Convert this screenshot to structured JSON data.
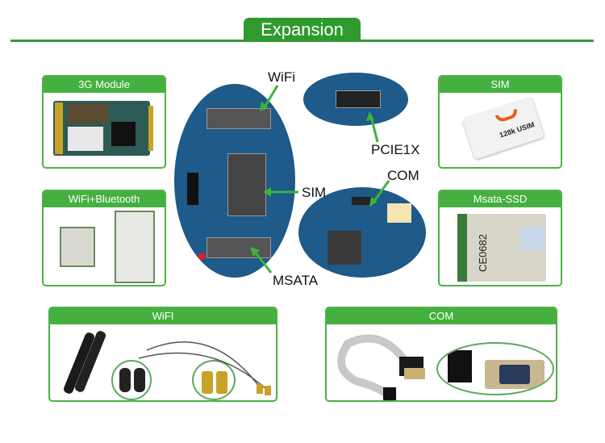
{
  "header": {
    "title": "Expansion"
  },
  "colors": {
    "brand_green": "#45b03f",
    "pcb_blue": "#1e5a8a"
  },
  "cards": {
    "module_3g": {
      "title": "3G Module"
    },
    "wifi_bt": {
      "title": "WiFi+Bluetooth"
    },
    "sim": {
      "title": "SIM",
      "sim_text": "128k USIM"
    },
    "msata_ssd": {
      "title": "Msata-SSD",
      "ce_mark": "CE0682"
    },
    "wifi": {
      "title": "WiFI"
    },
    "com": {
      "title": "COM"
    }
  },
  "board_labels": {
    "wifi": "WiFi",
    "pcie": "PCIE1X",
    "com": "COM",
    "sim": "SIM",
    "msata": "MSATA"
  }
}
